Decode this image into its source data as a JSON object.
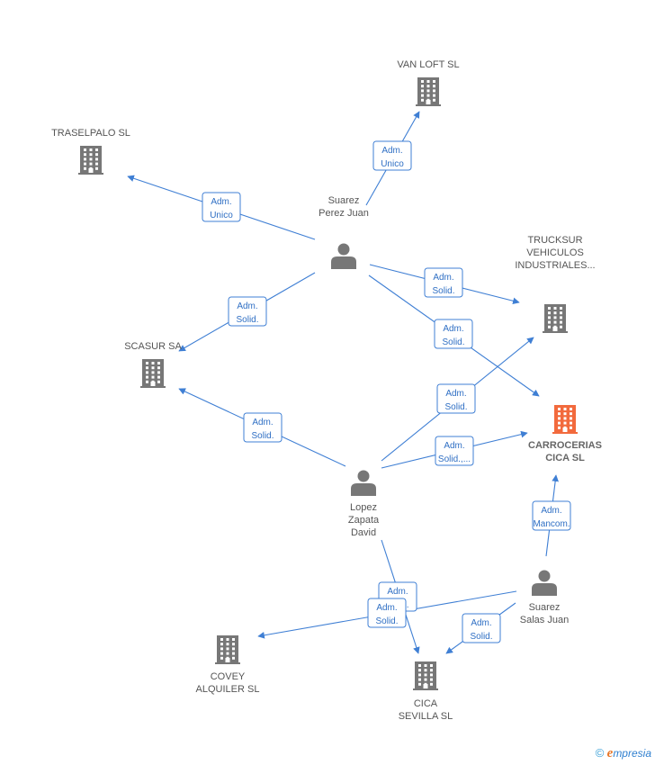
{
  "colors": {
    "edge": "#3f7fd4",
    "node": "#777777",
    "focus": "#f26a3d"
  },
  "nodes": [
    {
      "id": "vanloft",
      "type": "company",
      "lines": [
        "VAN LOFT SL"
      ]
    },
    {
      "id": "traselpalo",
      "type": "company",
      "lines": [
        "TRASELPALO SL"
      ]
    },
    {
      "id": "trucksur",
      "type": "company",
      "lines": [
        "TRUCKSUR",
        "VEHICULOS",
        "INDUSTRIALES..."
      ]
    },
    {
      "id": "scasur",
      "type": "company",
      "lines": [
        "SCASUR SA"
      ]
    },
    {
      "id": "carrocerias",
      "type": "company",
      "focus": true,
      "lines": [
        "CARROCERIAS",
        "CICA SL"
      ]
    },
    {
      "id": "covey",
      "type": "company",
      "lines": [
        "COVEY",
        "ALQUILER  SL"
      ]
    },
    {
      "id": "cicasevilla",
      "type": "company",
      "lines": [
        "CICA",
        "SEVILLA SL"
      ]
    },
    {
      "id": "suarezperez",
      "type": "person",
      "lines": [
        "Suarez",
        "Perez Juan"
      ]
    },
    {
      "id": "lopezzapata",
      "type": "person",
      "lines": [
        "Lopez",
        "Zapata",
        "David"
      ]
    },
    {
      "id": "suarezsalas",
      "type": "person",
      "lines": [
        "Suarez",
        "Salas Juan"
      ]
    }
  ],
  "edges": [
    {
      "from": "suarezperez",
      "to": "vanloft",
      "label": [
        "Adm.",
        "Unico"
      ]
    },
    {
      "from": "suarezperez",
      "to": "traselpalo",
      "label": [
        "Adm.",
        "Unico"
      ]
    },
    {
      "from": "suarezperez",
      "to": "trucksur",
      "label": [
        "Adm.",
        "Solid."
      ]
    },
    {
      "from": "suarezperez",
      "to": "scasur",
      "label": [
        "Adm.",
        "Solid."
      ]
    },
    {
      "from": "suarezperez",
      "to": "carrocerias",
      "label": [
        "Adm.",
        "Solid."
      ]
    },
    {
      "from": "lopezzapata",
      "to": "scasur",
      "label": [
        "Adm.",
        "Solid."
      ]
    },
    {
      "from": "lopezzapata",
      "to": "trucksur",
      "label": [
        "Adm.",
        "Solid."
      ]
    },
    {
      "from": "lopezzapata",
      "to": "carrocerias",
      "label": [
        "Adm.",
        "Solid.,..."
      ]
    },
    {
      "from": "lopezzapata",
      "to": "cicasevilla",
      "label": [
        "Adm.",
        "Solid."
      ]
    },
    {
      "from": "suarezsalas",
      "to": "carrocerias",
      "label": [
        "Adm.",
        "Mancom."
      ]
    },
    {
      "from": "suarezsalas",
      "to": "covey",
      "label": [
        "Adm.",
        "Solid."
      ]
    },
    {
      "from": "suarezsalas",
      "to": "cicasevilla",
      "label": [
        "Adm.",
        "Solid."
      ]
    }
  ],
  "footer": {
    "copyright": "©",
    "brand_initial": "e",
    "brand_rest": "mpresia"
  }
}
